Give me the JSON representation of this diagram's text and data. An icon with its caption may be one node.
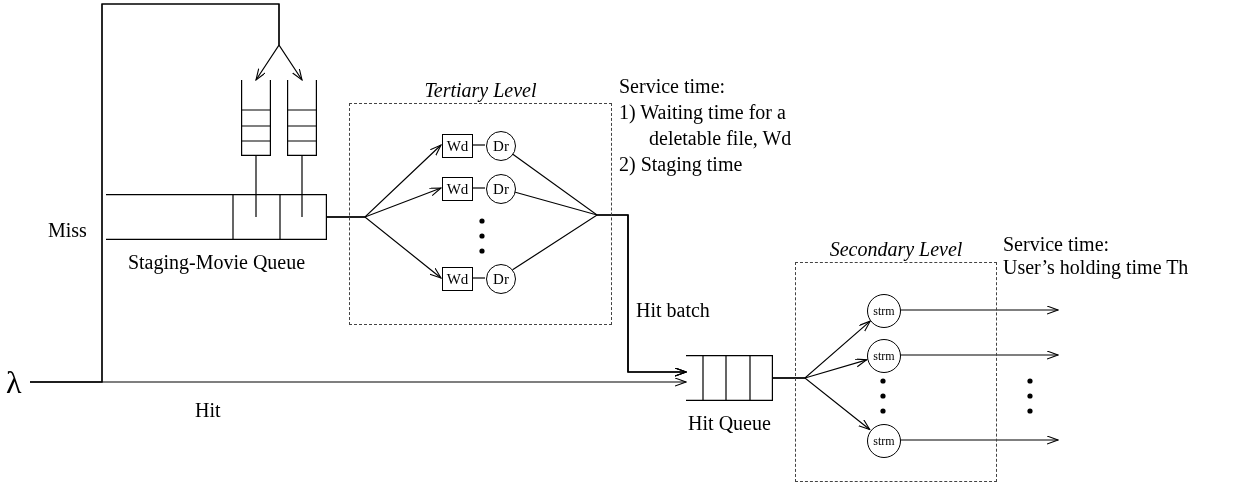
{
  "diagram": {
    "nodes": [
      {
        "text": [
          "λ"
        ]
      },
      {
        "text": [],
        "shape": "box"
      },
      {
        "text": [],
        "shape": "box"
      },
      {
        "text": [
          "Staging-Movie Queue"
        ]
      },
      {
        "text": [
          "Tertiary Level"
        ]
      },
      {
        "text": [
          "Wd"
        ],
        "in": 4
      },
      {
        "text": [
          "Dr"
        ],
        "in": 4
      },
      {
        "text": [
          "Wd"
        ],
        "in": 4
      },
      {
        "text": [
          "Dr"
        ],
        "in": 4
      },
      {
        "text": [
          "Wd"
        ],
        "in": 4
      },
      {
        "text": [
          "Dr"
        ],
        "in": 4
      },
      {
        "text": [
          "Hit Queue"
        ]
      },
      {
        "text": [
          "Secondary Level"
        ]
      },
      {
        "text": [
          "strm"
        ],
        "in": 12
      },
      {
        "text": [
          "strm"
        ],
        "in": 12
      },
      {
        "text": [
          "strm"
        ],
        "in": 12
      }
    ],
    "edges": [
      {
        "from": 0,
        "to": 1,
        "arrow": "to",
        "label": "Miss"
      },
      {
        "from": 0,
        "to": 2,
        "arrow": "to"
      },
      {
        "from": 0,
        "to": 11,
        "arrow": "to",
        "label": "Hit"
      },
      {
        "from": 1,
        "to": 3,
        "arrow": "none"
      },
      {
        "from": 2,
        "to": 3,
        "arrow": "none"
      },
      {
        "from": 3,
        "to": 5,
        "arrow": "to"
      },
      {
        "from": 3,
        "to": 7,
        "arrow": "to"
      },
      {
        "from": 3,
        "to": 9,
        "arrow": "to"
      },
      {
        "from": 5,
        "to": 6,
        "arrow": "none"
      },
      {
        "from": 7,
        "to": 8,
        "arrow": "none"
      },
      {
        "from": 9,
        "to": 10,
        "arrow": "none"
      },
      {
        "from": 6,
        "to": 11,
        "arrow": "to",
        "label": "Hit batch"
      },
      {
        "from": 8,
        "to": 11,
        "arrow": "to"
      },
      {
        "from": 10,
        "to": 11,
        "arrow": "to"
      },
      {
        "from": 11,
        "to": 13,
        "arrow": "to"
      },
      {
        "from": 11,
        "to": 14,
        "arrow": "to"
      },
      {
        "from": 11,
        "to": 15,
        "arrow": "to"
      },
      {
        "from": 13,
        "to": null,
        "arrow": "to"
      },
      {
        "from": 14,
        "to": null,
        "arrow": "to"
      },
      {
        "from": 15,
        "to": null,
        "arrow": "to"
      }
    ],
    "labels": [
      "Service time:",
      "1) Waiting time for a deletable file, Wd",
      "2) Staging time",
      "Service time:",
      "User’s holding time Th"
    ]
  }
}
